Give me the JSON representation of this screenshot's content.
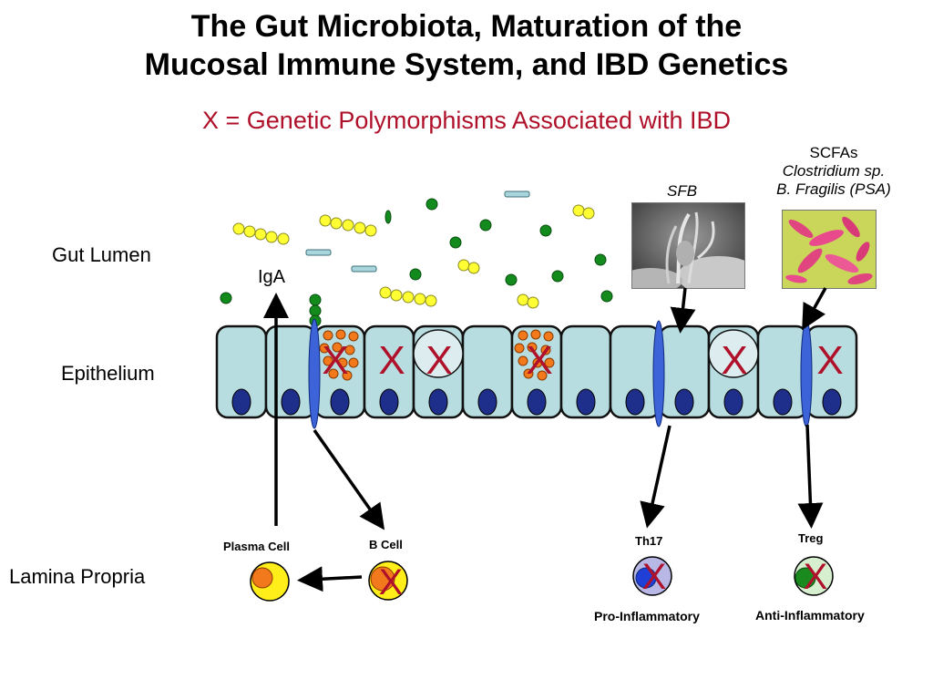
{
  "title_line1": "The Gut Microbiota, Maturation of the",
  "title_line2": "Mucosal Immune System, and IBD Genetics",
  "subtitle": "X = Genetic Polymorphisms Associated with IBD",
  "regions": {
    "gut_lumen": "Gut Lumen",
    "epithelium": "Epithelium",
    "lamina_propria": "Lamina Propria"
  },
  "iga": "IgA",
  "sfb": "SFB",
  "scfa": {
    "line1": "SCFAs",
    "line2": "Clostridium sp.",
    "line3": "B. Fragilis (PSA)"
  },
  "cells": {
    "plasma_cell": "Plasma Cell",
    "b_cell": "B Cell",
    "th17": "Th17",
    "treg": "Treg"
  },
  "effects": {
    "pro": "Pro-Inflammatory",
    "anti": "Anti-Inflammatory"
  },
  "marker": "X",
  "colors": {
    "title": "#000000",
    "subtitle": "#b0112a",
    "marker": "#b0112a",
    "cell_fill": "#b8dde0",
    "nucleus": "#1d2f8a",
    "channel": "#3c63d8",
    "green_bacteria": "#138a1c",
    "yellow_bacteria": "#ffff33",
    "orange_granule": "#f27a1d"
  }
}
